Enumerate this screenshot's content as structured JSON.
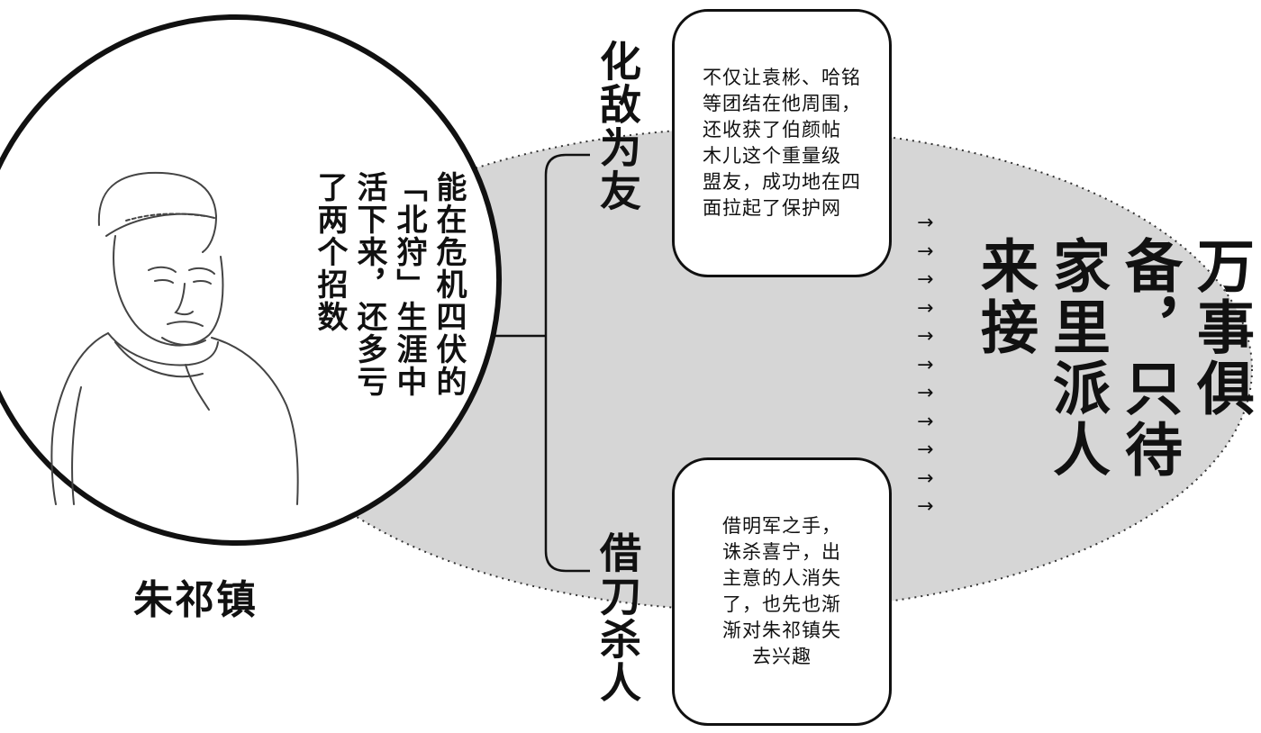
{
  "person_name": "朱祁镇",
  "circle_caption": "能在危机四伏的「北狩」生涯中活下来，还多亏了两个招数",
  "branch_top": {
    "label": "化敌为友",
    "description": "不仅让袁彬、哈铭\n等团结在他周围，\n还收获了伯颜帖\n木儿这个重量级\n盟友，成功地在四\n面拉起了保护网"
  },
  "branch_bottom": {
    "label": "借刀杀人",
    "description": "借明军之手，\n诛杀喜宁，出\n主意的人消失\n了，也先也渐\n渐对朱祁镇失\n去兴趣"
  },
  "conclusion": "万事俱备，只待家里派人来接",
  "arrow_glyph": "→",
  "colors": {
    "ellipse_fill": "#d6d6d6",
    "ink": "#111111"
  }
}
